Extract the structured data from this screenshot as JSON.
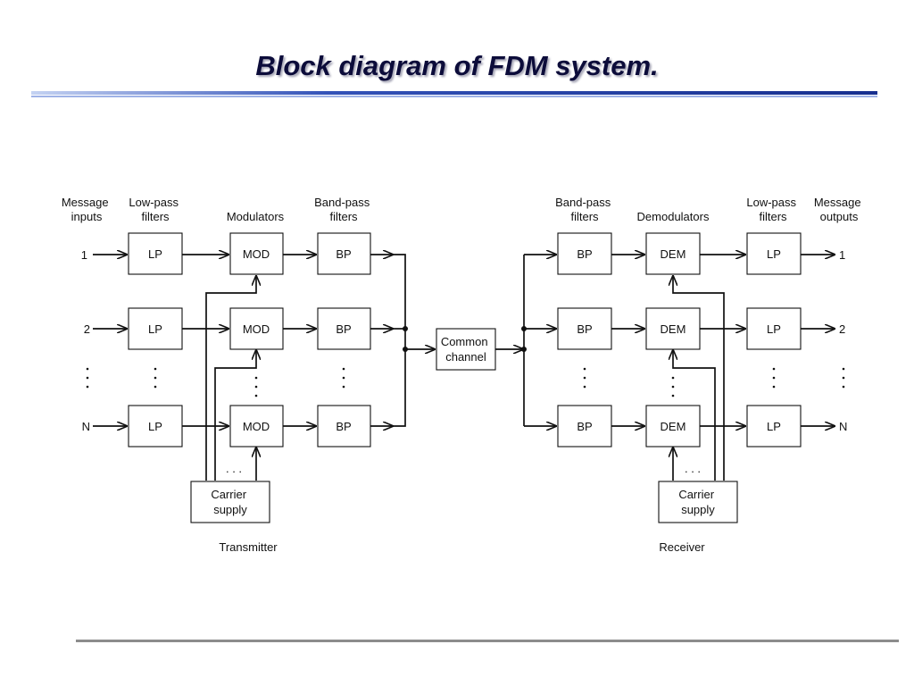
{
  "slide": {
    "title": "Block diagram of FDM system."
  },
  "diagram": {
    "column_labels": {
      "message_inputs": [
        "Message",
        "inputs"
      ],
      "low_pass_filters_tx": [
        "Low-pass",
        "filters"
      ],
      "modulators": [
        "Modulators"
      ],
      "band_pass_filters_tx": [
        "Band-pass",
        "filters"
      ],
      "band_pass_filters_rx": [
        "Band-pass",
        "filters"
      ],
      "demodulators": [
        "Demodulators"
      ],
      "low_pass_filters_rx": [
        "Low-pass",
        "filters"
      ],
      "message_outputs": [
        "Message",
        "outputs"
      ]
    },
    "channel_ids": [
      "1",
      "2",
      "N"
    ],
    "blocks": {
      "low_pass": "LP",
      "modulator": "MOD",
      "band_pass": "BP",
      "demodulator": "DEM",
      "common_channel": [
        "Common",
        "channel"
      ],
      "carrier_supply": [
        "Carrier",
        "supply"
      ]
    },
    "ellipsis": ". . .",
    "sections": {
      "transmitter": "Transmitter",
      "receiver": "Receiver"
    }
  },
  "colors": {
    "title": "#0c0c3a",
    "rule_dark": "#1f3a9e",
    "rule_light": "#b8c8ee",
    "footer_rule": "#8c8c8c"
  }
}
